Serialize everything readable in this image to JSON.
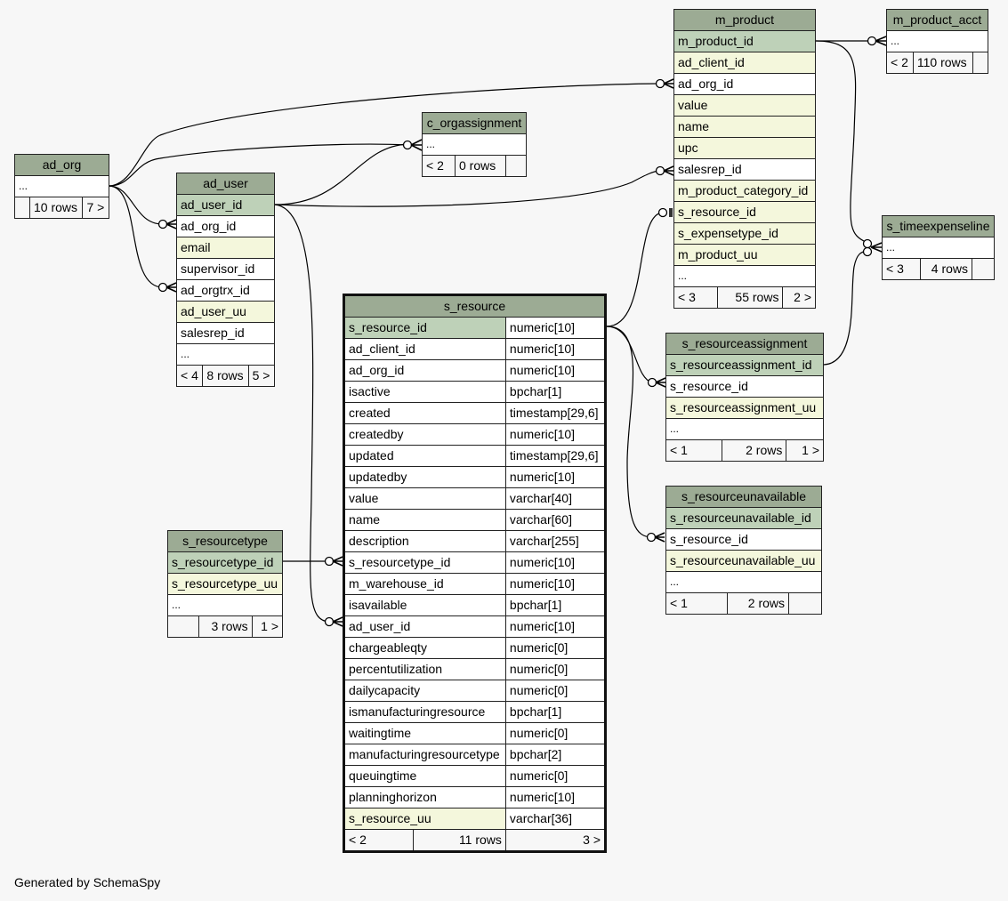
{
  "footer": "Generated by SchemaSpy",
  "colors": {
    "background": "#f7f7f7",
    "header": "#9cab94",
    "primary_key": "#bed1b8",
    "indexed": "#f4f7dc",
    "plain": "#ffffff"
  },
  "tables": {
    "ad_org": {
      "name": "ad_org",
      "columns": [
        {
          "name": "...",
          "kind": "plain"
        }
      ],
      "footer": {
        "parents": "",
        "rows": "10 rows",
        "children": "7 >"
      }
    },
    "ad_user": {
      "name": "ad_user",
      "columns": [
        {
          "name": "ad_user_id",
          "kind": "pk"
        },
        {
          "name": "ad_org_id",
          "kind": "plain"
        },
        {
          "name": "email",
          "kind": "idx"
        },
        {
          "name": "supervisor_id",
          "kind": "plain"
        },
        {
          "name": "ad_orgtrx_id",
          "kind": "plain"
        },
        {
          "name": "ad_user_uu",
          "kind": "idx"
        },
        {
          "name": "salesrep_id",
          "kind": "plain"
        },
        {
          "name": "...",
          "kind": "plain"
        }
      ],
      "footer": {
        "parents": "< 4",
        "rows": "8 rows",
        "children": "5 >"
      }
    },
    "c_orgassignment": {
      "name": "c_orgassignment",
      "columns": [
        {
          "name": "...",
          "kind": "plain"
        }
      ],
      "footer": {
        "parents": "< 2",
        "rows": "0 rows",
        "children": ""
      }
    },
    "m_product": {
      "name": "m_product",
      "columns": [
        {
          "name": "m_product_id",
          "kind": "pk"
        },
        {
          "name": "ad_client_id",
          "kind": "idx"
        },
        {
          "name": "ad_org_id",
          "kind": "plain"
        },
        {
          "name": "value",
          "kind": "idx"
        },
        {
          "name": "name",
          "kind": "idx"
        },
        {
          "name": "upc",
          "kind": "idx"
        },
        {
          "name": "salesrep_id",
          "kind": "plain"
        },
        {
          "name": "m_product_category_id",
          "kind": "idx"
        },
        {
          "name": "s_resource_id",
          "kind": "idx"
        },
        {
          "name": "s_expensetype_id",
          "kind": "idx"
        },
        {
          "name": "m_product_uu",
          "kind": "idx"
        },
        {
          "name": "...",
          "kind": "plain"
        }
      ],
      "footer": {
        "parents": "< 3",
        "rows": "55 rows",
        "children": "2 >"
      }
    },
    "m_product_acct": {
      "name": "m_product_acct",
      "columns": [
        {
          "name": "...",
          "kind": "plain"
        }
      ],
      "footer": {
        "parents": "< 2",
        "rows": "110 rows",
        "children": ""
      }
    },
    "s_timeexpenseline": {
      "name": "s_timeexpenseline",
      "columns": [
        {
          "name": "...",
          "kind": "plain"
        }
      ],
      "footer": {
        "parents": "< 3",
        "rows": "4 rows",
        "children": ""
      }
    },
    "s_resource": {
      "name": "s_resource",
      "columns": [
        {
          "name": "s_resource_id",
          "type": "numeric[10]",
          "kind": "pk"
        },
        {
          "name": "ad_client_id",
          "type": "numeric[10]",
          "kind": "plain"
        },
        {
          "name": "ad_org_id",
          "type": "numeric[10]",
          "kind": "plain"
        },
        {
          "name": "isactive",
          "type": "bpchar[1]",
          "kind": "plain"
        },
        {
          "name": "created",
          "type": "timestamp[29,6]",
          "kind": "plain"
        },
        {
          "name": "createdby",
          "type": "numeric[10]",
          "kind": "plain"
        },
        {
          "name": "updated",
          "type": "timestamp[29,6]",
          "kind": "plain"
        },
        {
          "name": "updatedby",
          "type": "numeric[10]",
          "kind": "plain"
        },
        {
          "name": "value",
          "type": "varchar[40]",
          "kind": "plain"
        },
        {
          "name": "name",
          "type": "varchar[60]",
          "kind": "plain"
        },
        {
          "name": "description",
          "type": "varchar[255]",
          "kind": "plain"
        },
        {
          "name": "s_resourcetype_id",
          "type": "numeric[10]",
          "kind": "plain"
        },
        {
          "name": "m_warehouse_id",
          "type": "numeric[10]",
          "kind": "plain"
        },
        {
          "name": "isavailable",
          "type": "bpchar[1]",
          "kind": "plain"
        },
        {
          "name": "ad_user_id",
          "type": "numeric[10]",
          "kind": "plain"
        },
        {
          "name": "chargeableqty",
          "type": "numeric[0]",
          "kind": "plain"
        },
        {
          "name": "percentutilization",
          "type": "numeric[0]",
          "kind": "plain"
        },
        {
          "name": "dailycapacity",
          "type": "numeric[0]",
          "kind": "plain"
        },
        {
          "name": "ismanufacturingresource",
          "type": "bpchar[1]",
          "kind": "plain"
        },
        {
          "name": "waitingtime",
          "type": "numeric[0]",
          "kind": "plain"
        },
        {
          "name": "manufacturingresourcetype",
          "type": "bpchar[2]",
          "kind": "plain"
        },
        {
          "name": "queuingtime",
          "type": "numeric[0]",
          "kind": "plain"
        },
        {
          "name": "planninghorizon",
          "type": "numeric[10]",
          "kind": "plain"
        },
        {
          "name": "s_resource_uu",
          "type": "varchar[36]",
          "kind": "idx"
        }
      ],
      "footer": {
        "parents": "< 2",
        "rows": "11 rows",
        "children": "3 >"
      }
    },
    "s_resourcetype": {
      "name": "s_resourcetype",
      "columns": [
        {
          "name": "s_resourcetype_id",
          "kind": "pk"
        },
        {
          "name": "s_resourcetype_uu",
          "kind": "idx"
        },
        {
          "name": "...",
          "kind": "plain"
        }
      ],
      "footer": {
        "parents": "",
        "rows": "3 rows",
        "children": "1 >"
      }
    },
    "s_resourceassignment": {
      "name": "s_resourceassignment",
      "columns": [
        {
          "name": "s_resourceassignment_id",
          "kind": "pk"
        },
        {
          "name": "s_resource_id",
          "kind": "plain"
        },
        {
          "name": "s_resourceassignment_uu",
          "kind": "idx"
        },
        {
          "name": "...",
          "kind": "plain"
        }
      ],
      "footer": {
        "parents": "< 1",
        "rows": "2 rows",
        "children": "1 >"
      }
    },
    "s_resourceunavailable": {
      "name": "s_resourceunavailable",
      "columns": [
        {
          "name": "s_resourceunavailable_id",
          "kind": "pk"
        },
        {
          "name": "s_resource_id",
          "kind": "plain"
        },
        {
          "name": "s_resourceunavailable_uu",
          "kind": "idx"
        },
        {
          "name": "...",
          "kind": "plain"
        }
      ],
      "footer": {
        "parents": "< 1",
        "rows": "2 rows",
        "children": ""
      }
    }
  },
  "relationships": [
    {
      "from": "ad_org",
      "to": "ad_user.ad_org_id"
    },
    {
      "from": "ad_org",
      "to": "ad_user.ad_orgtrx_id"
    },
    {
      "from": "ad_org",
      "to": "c_orgassignment"
    },
    {
      "from": "ad_org",
      "to": "m_product.ad_org_id"
    },
    {
      "from": "ad_user.ad_user_id",
      "to": "c_orgassignment"
    },
    {
      "from": "ad_user.ad_user_id",
      "to": "m_product.salesrep_id"
    },
    {
      "from": "ad_user.ad_user_id",
      "to": "s_resource.ad_user_id"
    },
    {
      "from": "s_resourcetype.s_resourcetype_id",
      "to": "s_resource.s_resourcetype_id"
    },
    {
      "from": "s_resource.s_resource_id",
      "to": "m_product.s_resource_id"
    },
    {
      "from": "s_resource.s_resource_id",
      "to": "s_resourceassignment.s_resource_id"
    },
    {
      "from": "s_resource.s_resource_id",
      "to": "s_resourceunavailable.s_resource_id"
    },
    {
      "from": "m_product.m_product_id",
      "to": "m_product_acct"
    },
    {
      "from": "m_product.m_product_id",
      "to": "s_timeexpenseline"
    },
    {
      "from": "s_resourceassignment.s_resourceassignment_id",
      "to": "s_timeexpenseline"
    }
  ]
}
